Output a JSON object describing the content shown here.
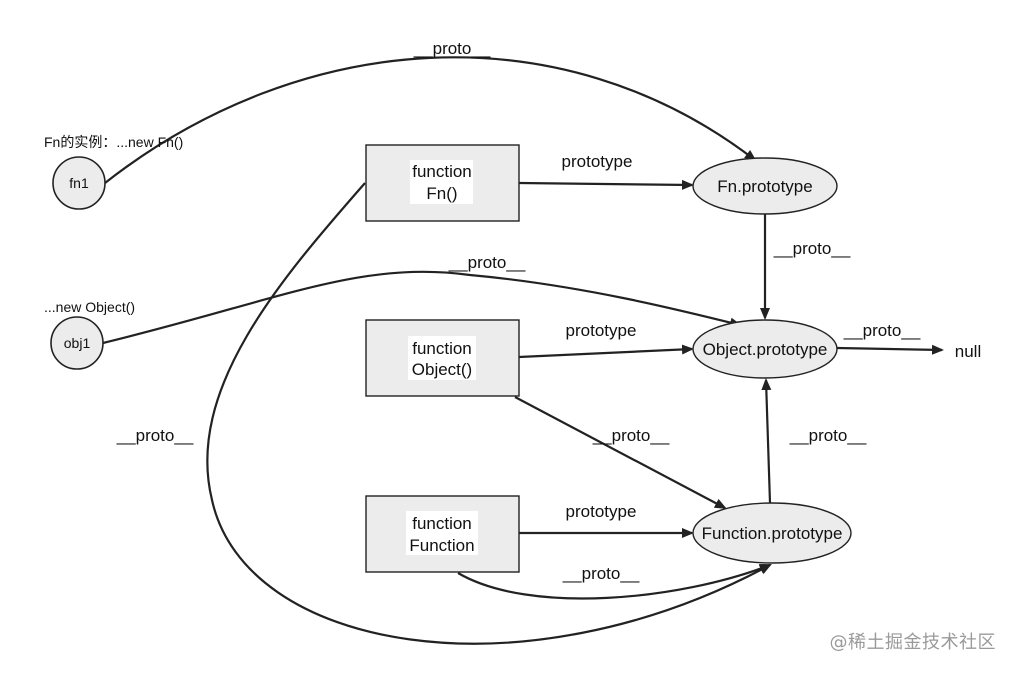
{
  "labels": {
    "fn_instance_caption": "Fn的实例：...new Fn()",
    "obj_instance_caption": "...new Object()",
    "proto": "__proto__",
    "prototype": "prototype",
    "null": "null"
  },
  "nodes": {
    "fn1": "fn1",
    "obj1": "obj1",
    "fn_func": [
      "function",
      "Fn()"
    ],
    "object_func": [
      "function",
      "Object()"
    ],
    "function_func": [
      "function",
      "Function"
    ],
    "fn_prototype": "Fn.prototype",
    "object_prototype": "Object.prototype",
    "function_prototype": "Function.prototype"
  },
  "watermark": "@稀土掘金技术社区",
  "colors": {
    "stroke": "#222222",
    "box_fill": "#ececec",
    "ellipse_fill": "#ececec",
    "node_text_bg": "#ffffff",
    "watermark": "#9a9a9a"
  }
}
